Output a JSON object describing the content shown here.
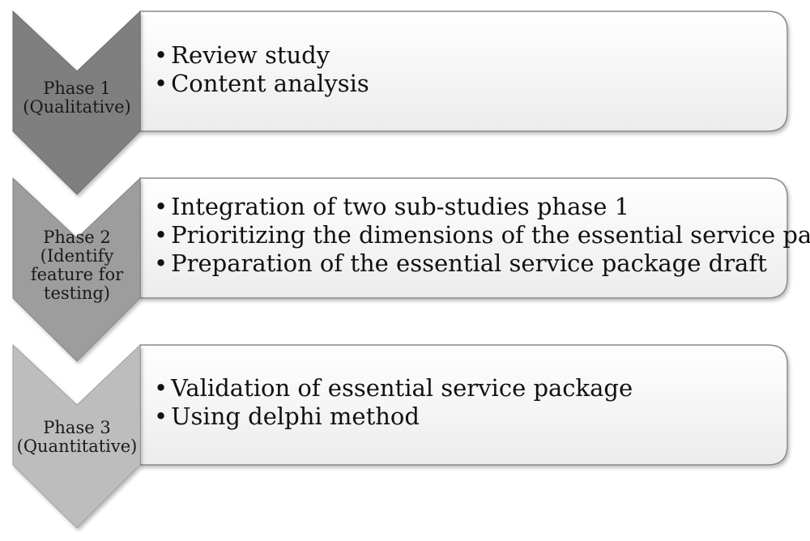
{
  "colors": {
    "box_fill_top": "#ffffff",
    "box_fill_bottom": "#ececec",
    "box_stroke": "#8a8a8a",
    "chevron_1": "#7f7f7f",
    "chevron_2": "#9d9d9d",
    "chevron_3": "#bdbdbd"
  },
  "phases": [
    {
      "label_lines": [
        "Phase 1",
        "(Qualitative)"
      ],
      "items": [
        "Review study",
        "Content analysis"
      ]
    },
    {
      "label_lines": [
        "Phase 2",
        "(Identify",
        "feature for",
        "testing)"
      ],
      "items": [
        "Integration of two sub-studies phase 1",
        "Prioritizing the dimensions of the essential service package",
        "Preparation of the essential service package draft"
      ]
    },
    {
      "label_lines": [
        "Phase 3",
        "(Quantitative)"
      ],
      "items": [
        "Validation of essential service package",
        "Using delphi method"
      ]
    }
  ]
}
